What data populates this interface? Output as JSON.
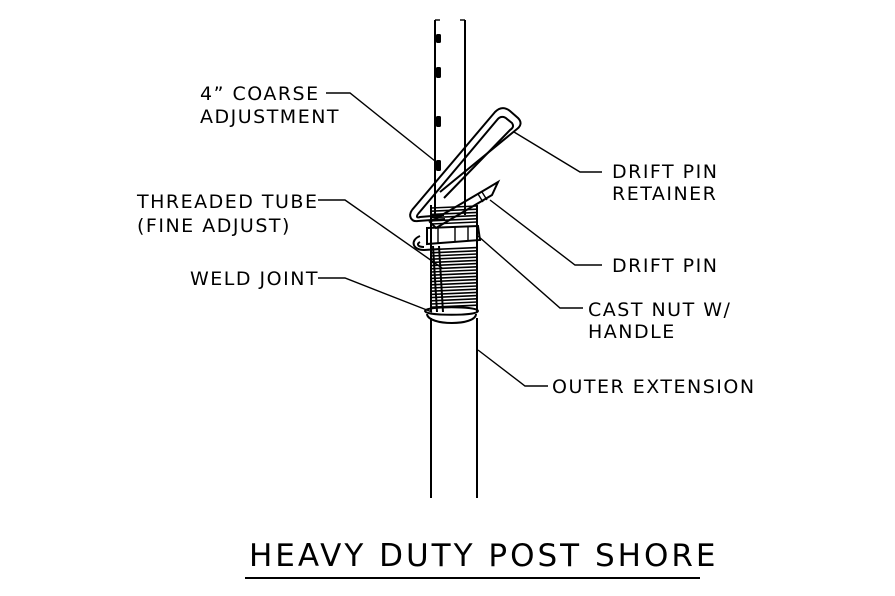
{
  "labels": {
    "coarse_adjustment": [
      "4” COARSE",
      "ADJUSTMENT"
    ],
    "threaded_tube": [
      "THREADED TUBE",
      "(FINE ADJUST)"
    ],
    "weld_joint": "WELD JOINT",
    "drift_pin_retainer": [
      "DRIFT PIN",
      "RETAINER"
    ],
    "drift_pin": "DRIFT PIN",
    "cast_nut": [
      "CAST NUT W/",
      "HANDLE"
    ],
    "outer_extension": "OUTER EXTENSION"
  },
  "title": "HEAVY DUTY POST SHORE"
}
